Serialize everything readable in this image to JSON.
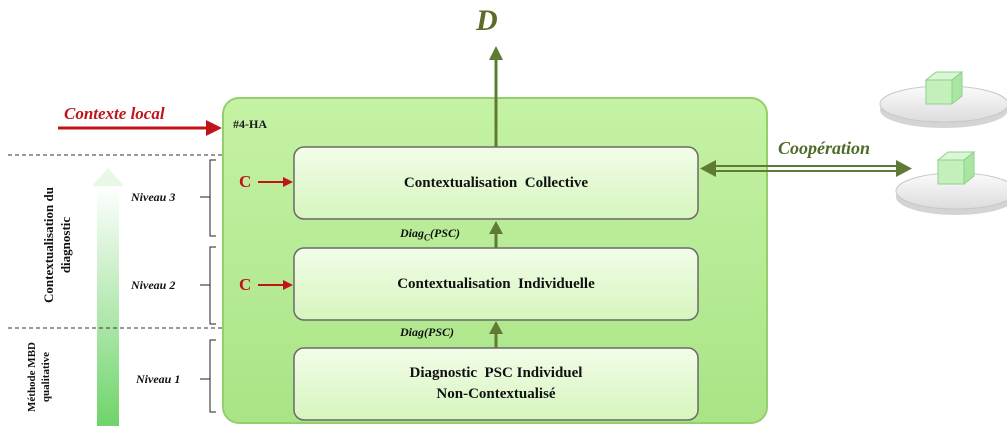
{
  "output_label": "D",
  "context_input_label": "Contexte local",
  "agent_id": "#4-HA",
  "cooperation_label": "Coopération",
  "levels": [
    {
      "label": "Niveau 3",
      "box_text": "Contextualisation  Collective",
      "context_mark": "C"
    },
    {
      "label": "Niveau 2",
      "box_text": "Contextualisation  Individuelle",
      "context_mark": "C"
    },
    {
      "label": "Niveau 1",
      "box_text_line1": "Diagnostic  PSC Individuel",
      "box_text_line2": "Non-Contextualisé"
    }
  ],
  "flows": {
    "diag_c": {
      "base": "Diag",
      "sub": "C",
      "arg": "(PSC)"
    },
    "diag": {
      "base": "Diag",
      "arg": "(PSC)"
    }
  },
  "left_axis": {
    "context_group": "Contextualisation du diagnostic",
    "method_group": "Méthode MBD qualitative"
  },
  "colors": {
    "main_panel": "#b9ec93",
    "box_fill": "#e3f9cf",
    "arrow_green": "#5d7b35",
    "arrow_red": "#c0141c"
  }
}
